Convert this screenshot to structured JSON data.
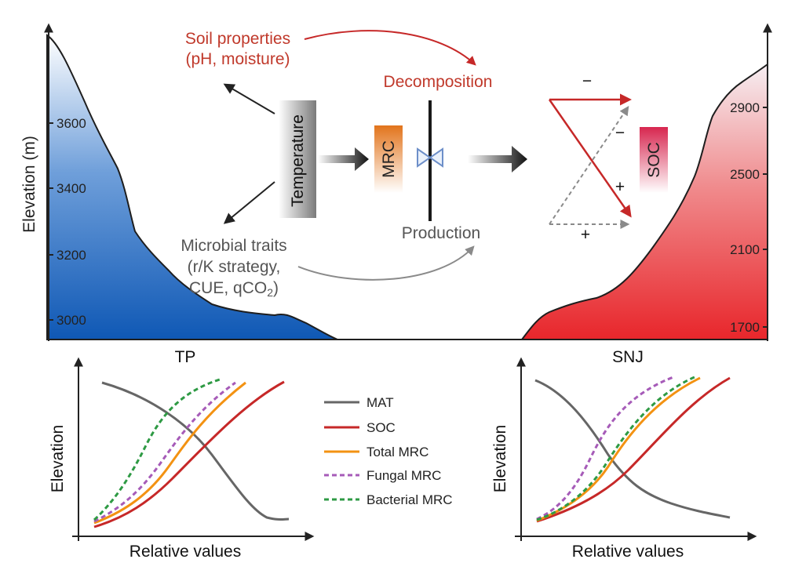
{
  "colors": {
    "red_text": "#c0392b",
    "arrow_red": "#c62828",
    "dark": "#222222",
    "gray_text": "#555555",
    "mat": "#666666",
    "soc": "#c62828",
    "total_mrc": "#f39212",
    "fungal_mrc": "#a65bb8",
    "bacterial_mrc": "#2e9a44",
    "tp_fill_top": "#ffffff",
    "tp_fill_bottom": "#0f58b5",
    "snj_fill_top": "#f6eef2",
    "snj_fill_bottom": "#e8262b"
  },
  "left_axis": {
    "label": "Elevation (m)",
    "ticks": [
      "3600",
      "3400",
      "3200",
      "3000"
    ]
  },
  "right_axis": {
    "ticks": [
      "2900",
      "2500",
      "2100",
      "1700"
    ]
  },
  "concept": {
    "soil_line1": "Soil properties",
    "soil_line2": "(pH, moisture)",
    "temperature": "Temperature",
    "microbial_line1": "Microbial traits",
    "microbial_line2": "(r/K strategy,",
    "microbial_line3_pre": "CUE, qCO",
    "microbial_line3_sub": "2",
    "microbial_line3_post": ")",
    "mrc": "MRC",
    "decomposition": "Decomposition",
    "production": "Production",
    "soc": "SOC",
    "sign_minus_top": "−",
    "sign_minus_mid": "−",
    "sign_plus_mid": "+",
    "sign_plus_bottom": "+"
  },
  "panels": {
    "left_title": "TP",
    "right_title": "SNJ",
    "ylabel": "Elevation",
    "xlabel": "Relative values"
  },
  "legend": [
    {
      "label": "MAT",
      "color": "#666666",
      "dash": false
    },
    {
      "label": "SOC",
      "color": "#c62828",
      "dash": false
    },
    {
      "label": "Total MRC",
      "color": "#f39212",
      "dash": false
    },
    {
      "label": "Fungal MRC",
      "color": "#a65bb8",
      "dash": true
    },
    {
      "label": "Bacterial MRC",
      "color": "#2e9a44",
      "dash": true
    }
  ]
}
